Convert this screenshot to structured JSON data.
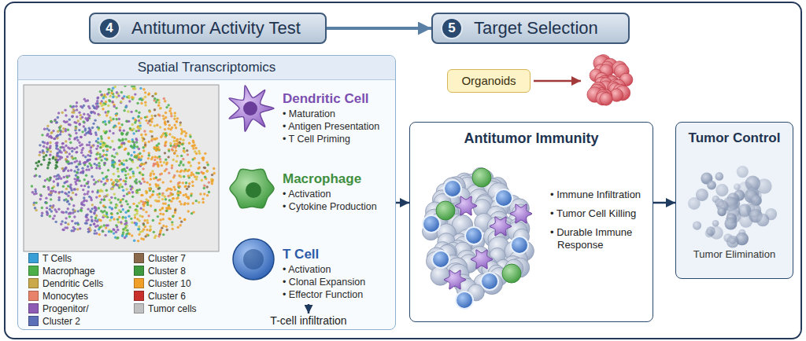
{
  "diagram": {
    "nodes": [
      {
        "text": [
          "Antitumor Activity Test"
        ]
      },
      {
        "text": [
          "4"
        ],
        "in": 0
      },
      {
        "text": [
          "Target Selection"
        ]
      },
      {
        "text": [
          "5"
        ],
        "in": 2
      },
      {
        "text": [
          "Spatial Transcriptomics"
        ]
      },
      {
        "text": [
          "Dendritic Cell",
          "• Maturation",
          "• Antigen Presentation",
          "• T Cell Priming"
        ],
        "in": 4
      },
      {
        "text": [
          "Macrophage",
          "• Activation",
          "• Cytokine Production"
        ],
        "in": 4
      },
      {
        "text": [
          "T Cell",
          "• Activation",
          "• Clonal Expansion",
          "• Effector Function"
        ],
        "in": 4
      },
      {
        "text": [
          "Organoids"
        ]
      },
      {
        "text": [
          "Antitumor Immunity",
          "• Immune Infiltration",
          "• Tumor Cell Killing",
          "• Durable Immune Response"
        ]
      },
      {
        "text": [
          "Tumor Control",
          "Tumor Elimination"
        ]
      }
    ],
    "edges": [
      {
        "from": 0,
        "to": 2,
        "arrow": "to"
      },
      {
        "from": 4,
        "to": 9,
        "arrow": "to"
      },
      {
        "from": 9,
        "to": 10,
        "arrow": "to"
      }
    ],
    "labels": [
      "T-cell infiltration"
    ],
    "legend": [
      {
        "text": "T Cells",
        "color": "#3a9fd6"
      },
      {
        "text": "Macrophage",
        "color": "#4daf4a"
      },
      {
        "text": "Dendritic Cells",
        "color": "#c9a94b"
      },
      {
        "text": "Monocytes",
        "color": "#e8826a"
      },
      {
        "text": "Progenitor/",
        "color": "#8e5cb5"
      },
      {
        "text": "Cluster 2",
        "color": "#5a6fb5"
      },
      {
        "text": "Cluster 7",
        "color": "#8b6a4b"
      },
      {
        "text": "Cluster 8",
        "color": "#3f9a3f"
      },
      {
        "text": "Cluster 10",
        "color": "#f0a028"
      },
      {
        "text": "Cluster 6",
        "color": "#c8302c"
      },
      {
        "text": "Tumor cells",
        "color": "#c0c0c0"
      }
    ]
  }
}
